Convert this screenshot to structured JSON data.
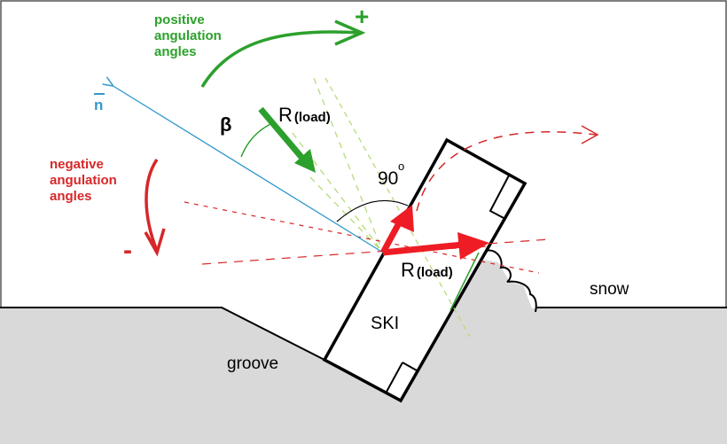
{
  "labels": {
    "positive_line1": "positive",
    "positive_line2": "angulation",
    "positive_line3": "angles",
    "plus_sign": "+",
    "negative_line1": "negative",
    "negative_line2": "angulation",
    "negative_line3": "angles",
    "minus_sign": "-",
    "normal_symbol": "n",
    "beta_symbol": "β",
    "load_upper_R": "R",
    "load_upper_sub": "(load)",
    "ninety": "90",
    "degree_mark": "o",
    "load_lower_R": "R",
    "load_lower_sub": "(load)",
    "ski": "SKI",
    "snow": "snow",
    "groove": "groove"
  },
  "colors": {
    "green": "#2ca02c",
    "red": "#d62728",
    "blue": "#3399cc",
    "ground": "#d9d9d9",
    "light_green": "#b5dc7a"
  }
}
